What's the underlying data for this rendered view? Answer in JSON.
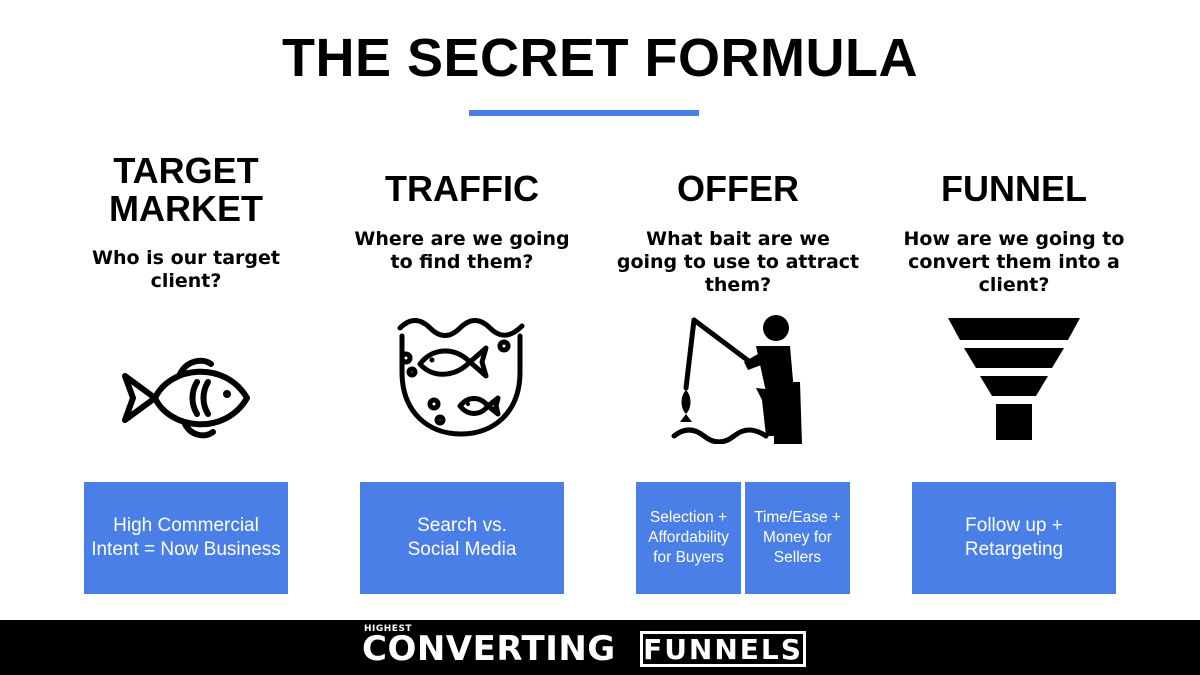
{
  "title": "THE SECRET FORMULA",
  "colors": {
    "accent": "#4a7fe8",
    "text": "#000000",
    "footer_bg": "#000000"
  },
  "columns": [
    {
      "heading": "TARGET\nMARKET",
      "question": "Who is our target\nclient?",
      "icon": "fish-icon",
      "boxes": [
        {
          "text": "High Commercial\nIntent = Now Business"
        }
      ]
    },
    {
      "heading": "TRAFFIC",
      "question": "Where are we going\nto find them?",
      "icon": "fishbowl-icon",
      "boxes": [
        {
          "text": "Search vs.\nSocial Media"
        }
      ]
    },
    {
      "heading": "OFFER",
      "question": "What bait are we\ngoing to use to attract\nthem?",
      "icon": "fisherman-icon",
      "boxes": [
        {
          "text": "Selection +\nAffordability\nfor Buyers"
        },
        {
          "text": "Time/Ease +\nMoney for\nSellers"
        }
      ]
    },
    {
      "heading": "FUNNEL",
      "question": "How are we going to\nconvert them into a\nclient?",
      "icon": "funnel-icon",
      "boxes": [
        {
          "text": "Follow up +\nRetargeting"
        }
      ]
    }
  ],
  "footer": {
    "brand_small": "HIGHEST",
    "brand_main": "CONVERTING",
    "brand_boxed": "FUNNELS"
  }
}
